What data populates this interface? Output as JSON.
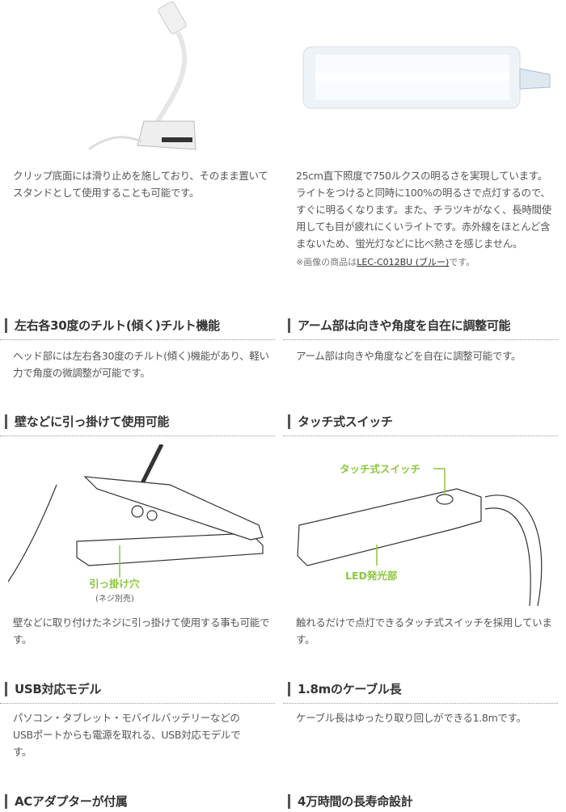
{
  "sections": [
    {
      "body": "クリップ底面には滑り止めを施しており、そのまま置いてスタンドとして使用することも可能です。"
    },
    {
      "body": "25cm直下照度で750ルクスの明るさを実現しています。ライトをつけると同時に100%の明るさで点灯するので、すぐに明るくなります。また、チラツキがなく、長時間使用しても目が疲れにくいライトです。赤外線をほとんど含まないため、蛍光灯などに比べ熱さを感じません。",
      "note_prefix": "※画像の商品は",
      "note_link": "LEC-C012BU (ブルー)",
      "note_suffix": "です。"
    },
    {
      "title": "左右各30度のチルト(傾く)チルト機能",
      "body": "ヘッド部には左右各30度のチルト(傾く)機能があり、軽い力で角度の微調整が可能です。"
    },
    {
      "title": "アーム部は向きや角度を自在に調整可能",
      "body": "アーム部は向きや角度などを自在に調整可能です。"
    },
    {
      "title": "壁などに引っ掛けて使用可能",
      "body": "壁などに取り付けたネジに引っ掛けて使用する事も可能です。",
      "diagram_label": "引っ掛け穴",
      "diagram_sub": "(ネジ別売)"
    },
    {
      "title": "タッチ式スイッチ",
      "body": "触れるだけで点灯できるタッチ式スイッチを採用しています。",
      "diagram_label_switch": "タッチ式スイッチ",
      "diagram_label_led": "LED発光部"
    },
    {
      "title": "USB対応モデル",
      "body": "パソコン・タブレット・モバイルバッテリーなどのUSBポートからも電源を取れる、USB対応モデルです。"
    },
    {
      "title": "1.8mのケーブル長",
      "body": "ケーブル長はゆったり取り回しができる1.8mです。"
    },
    {
      "title": "ACアダプターが付属"
    },
    {
      "title": "4万時間の長寿命設計"
    }
  ],
  "colors": {
    "accent": "#8cc63f",
    "heading_bar": "#555555"
  }
}
